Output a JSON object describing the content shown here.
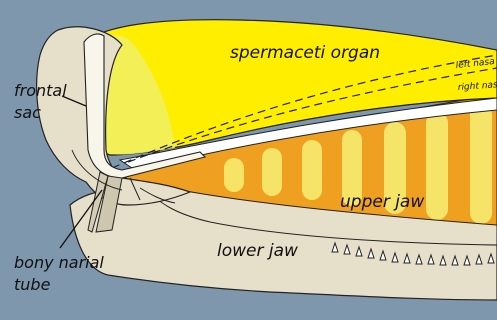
{
  "labels": {
    "spermaceti_organ": "spermaceti organ",
    "left_nasal": "left nasa",
    "right_nasal": "right nas",
    "frontal_sac_line1": "frontal",
    "frontal_sac_line2": "sac",
    "upper_jaw": "upper jaw",
    "lower_jaw": "lower jaw",
    "bony_narial_tube_line1": "bony narial",
    "bony_narial_tube_line2": "tube"
  },
  "colors": {
    "background": "#7f97ad",
    "bone": "#e6dfca",
    "spermaceti": "#ffee00",
    "spermaceti_light": "#f2ee60",
    "upper_jaw_fill": "#f0a020",
    "junk_stripes": "#f7e86c",
    "outline": "#222222"
  }
}
